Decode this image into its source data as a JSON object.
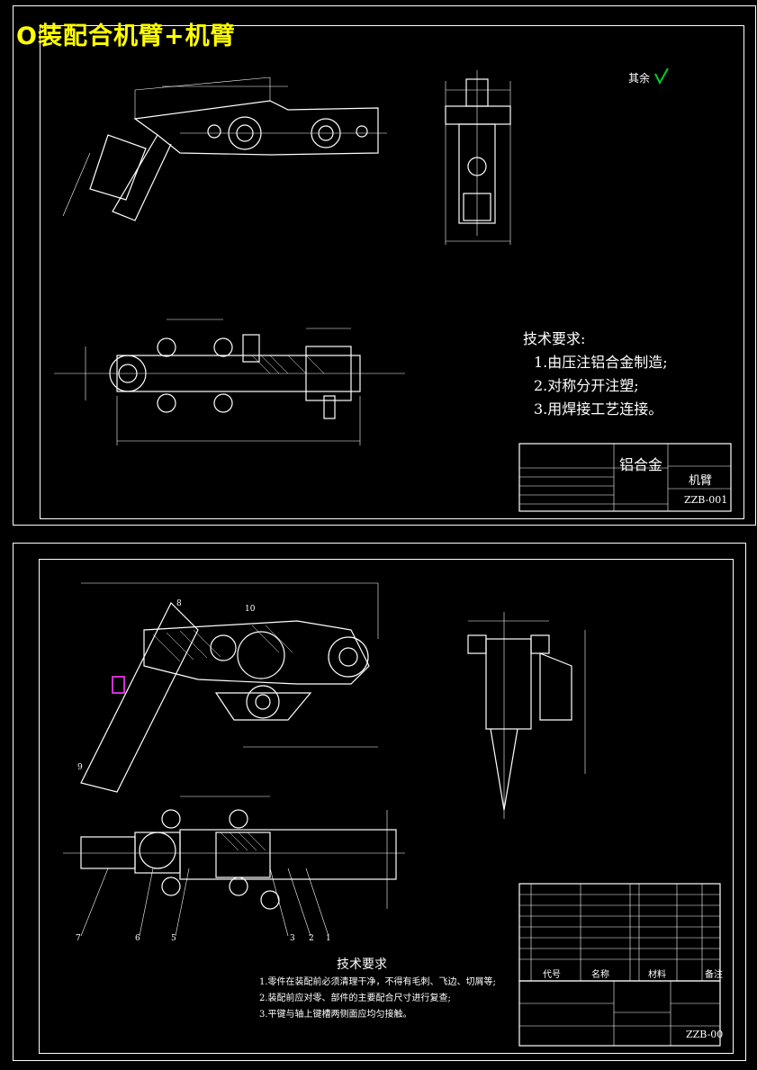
{
  "banner": "O装配合机臂+机臂",
  "sheet1": {
    "roughness_label": "其余",
    "tech_title": "技术要求:",
    "tech_items": [
      "1.由压注铝合金制造;",
      "2.对称分开注塑;",
      "3.用焊接工艺连接。"
    ],
    "title_block": {
      "material": "铝合金",
      "part_name": "机臂",
      "drawing_no": "ZZB-001"
    }
  },
  "sheet2": {
    "tech_title": "技术要求",
    "tech_items": [
      "1.零件在装配前必须清理干净，不得有毛刺、飞边、切屑等;",
      "2.装配前应对零、部件的主要配合尺寸进行复查;",
      "3.平键与轴上键槽两侧面应均匀接触。"
    ],
    "bom_headers": {
      "code": "代号",
      "name": "名称",
      "material": "材料",
      "remark": "备注"
    },
    "title_block": {
      "drawing_no": "ZZB-00"
    },
    "balloons": [
      "7",
      "6",
      "5",
      "3",
      "2",
      "1",
      "8",
      "9",
      "10"
    ]
  },
  "colors": {
    "background": "#000000",
    "line": "#ffffff",
    "banner": "#ffff00",
    "roughness_mark": "#00cc33",
    "highlight": "#cc33cc"
  }
}
